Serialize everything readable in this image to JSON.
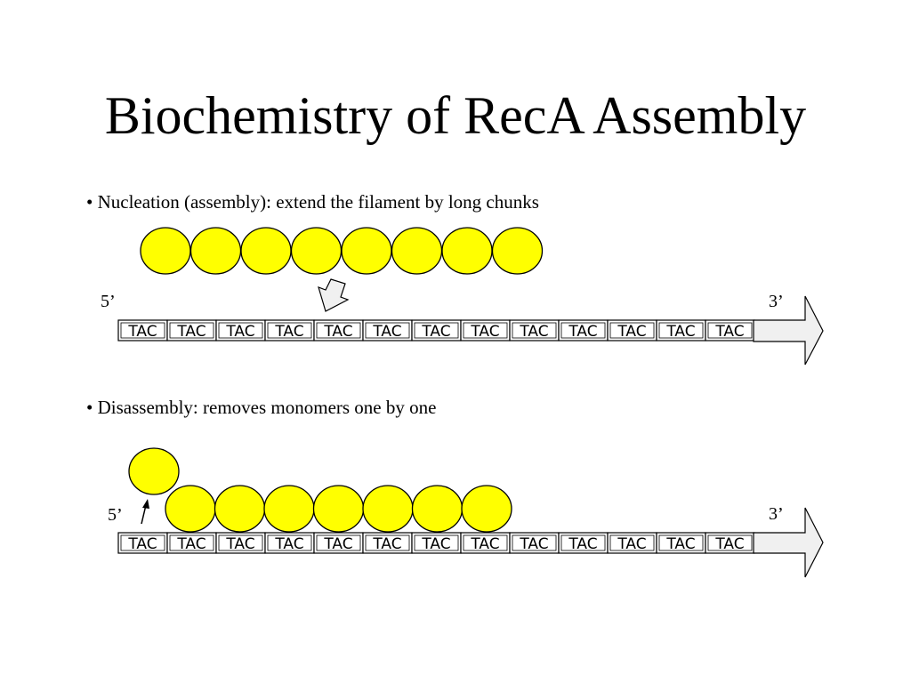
{
  "title": "Biochemistry of RecA Assembly",
  "colors": {
    "monomer": "#ffff00",
    "arrow_fill": "#f0f0f0",
    "stroke": "#000000"
  },
  "sections": [
    {
      "bullet": "• Nucleation (assembly): extend the filament by long chunks",
      "five_prime": "5’",
      "three_prime": "3’",
      "codon": "TAC",
      "codon_count": 13,
      "bound_monomers": 8,
      "free_monomers": 0,
      "pointer_icon": "down-arrow-icon"
    },
    {
      "bullet": "• Disassembly: removes monomers one by one",
      "five_prime": "5’",
      "three_prime": "3’",
      "codon": "TAC",
      "codon_count": 13,
      "bound_monomers": 7,
      "free_monomers": 1,
      "pointer_icon": "up-arrow-icon"
    }
  ]
}
